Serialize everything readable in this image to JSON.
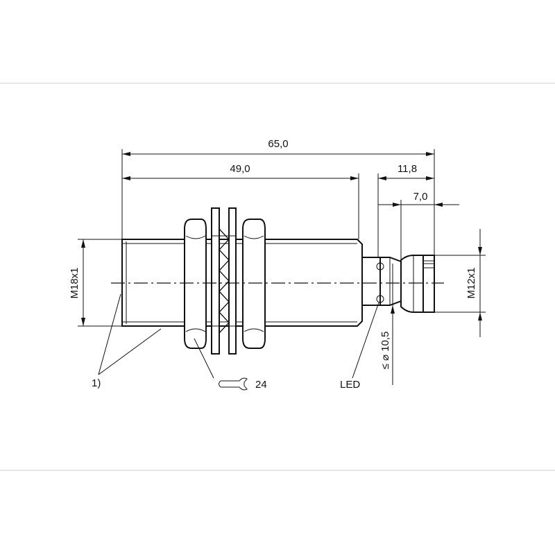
{
  "dimensions": {
    "overall_length": "65,0",
    "housing_length": "49,0",
    "connector_length": "11,8",
    "connector_thread_length": "7,0",
    "housing_thread": "M18x1",
    "connector_thread": "M12x1",
    "diameter": "≤ ⌀ 10,5"
  },
  "callouts": {
    "note_ref": "1)",
    "wrench_size": "24",
    "led": "LED"
  },
  "icons": {
    "wrench": "wrench-icon"
  }
}
